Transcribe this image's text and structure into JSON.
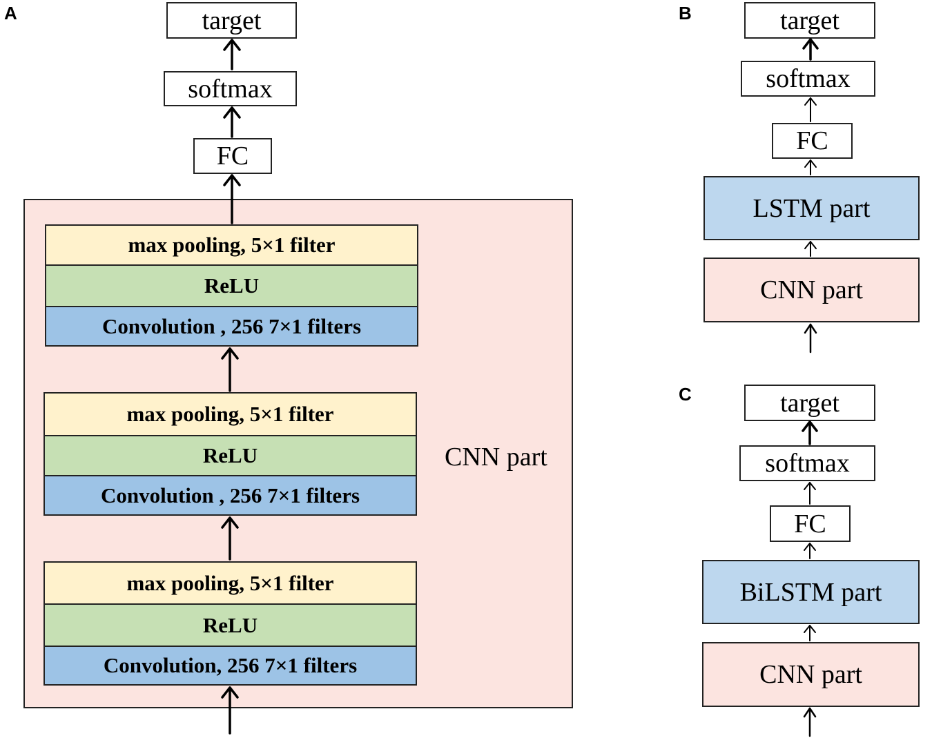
{
  "panels": {
    "A": {
      "label": "A",
      "target": "target",
      "softmax": "softmax",
      "fc": "FC",
      "region_label": "CNN part",
      "blocks": [
        {
          "pool": "max pooling, 5×1 filter",
          "relu": "ReLU",
          "conv": "Convolution , 256 7×1 filters"
        },
        {
          "pool": "max pooling, 5×1 filter",
          "relu": "ReLU",
          "conv": "Convolution , 256 7×1 filters"
        },
        {
          "pool": "max pooling, 5×1 filter",
          "relu": "ReLU",
          "conv": "Convolution, 256 7×1 filters"
        }
      ]
    },
    "B": {
      "label": "B",
      "target": "target",
      "softmax": "softmax",
      "fc": "FC",
      "rnn": "LSTM part",
      "cnn": "CNN part"
    },
    "C": {
      "label": "C",
      "target": "target",
      "softmax": "softmax",
      "fc": "FC",
      "rnn": "BiLSTM part",
      "cnn": "CNN part"
    }
  },
  "colors": {
    "pool": "#fff2cc",
    "relu": "#c6e0b4",
    "conv": "#9dc3e6",
    "cnn_region": "#fce4e0",
    "lstm_region": "#bdd7ee"
  }
}
